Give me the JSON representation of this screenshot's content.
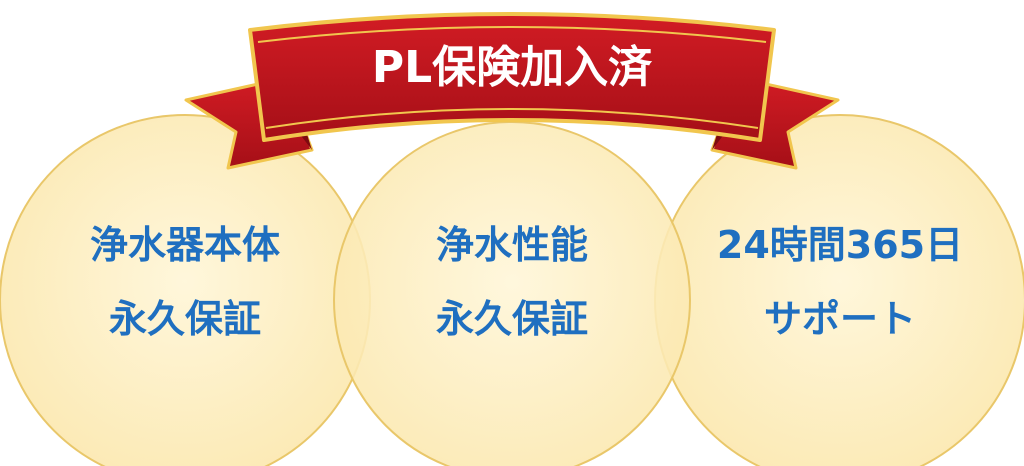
{
  "banner": {
    "label": "PL保険加入済"
  },
  "circles": [
    {
      "line1": "浄水器本体",
      "line2": "永久保証"
    },
    {
      "line1": "浄水性能",
      "line2": "永久保証"
    },
    {
      "line1": "24時間365日",
      "line2": "サポート"
    }
  ],
  "colors": {
    "circle_fill": "#fdefc3",
    "circle_stroke": "#e9c76a",
    "banner_red": "#c0141d",
    "banner_dark": "#7e0a10",
    "banner_gold": "#f1c64e",
    "text_blue": "#1f6fc0"
  }
}
